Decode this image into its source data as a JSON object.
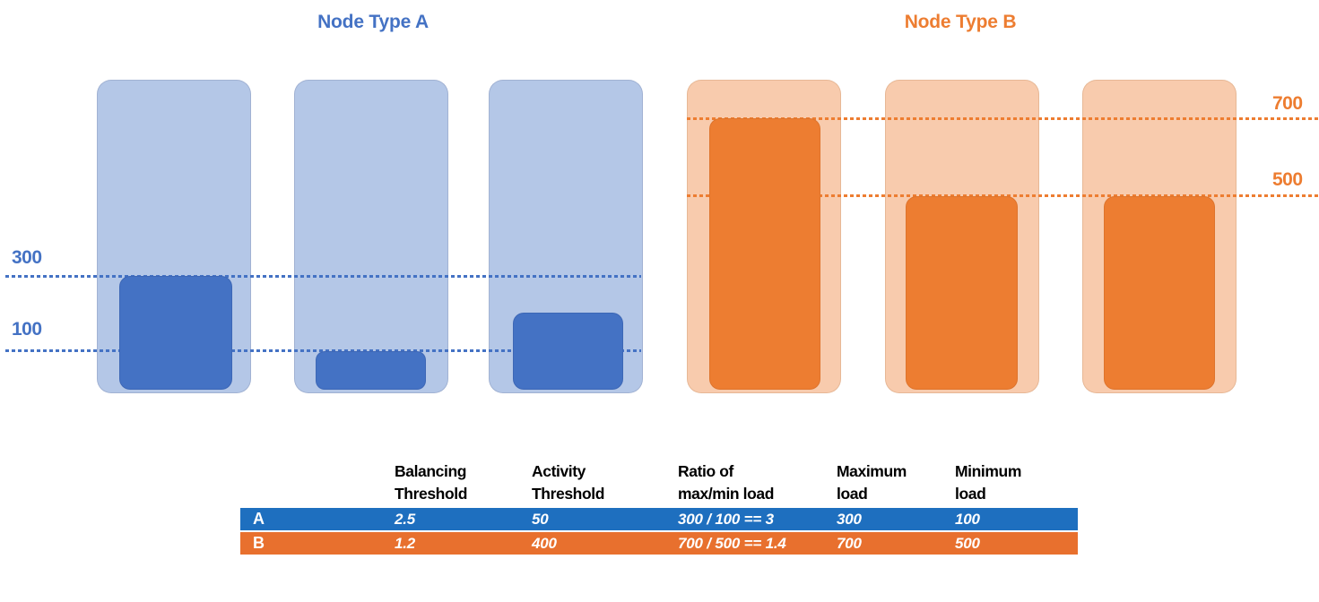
{
  "diagram": {
    "node_a": {
      "title": "Node Type A",
      "accent_color": "#4472C4",
      "light_color": "#B4C7E7",
      "levels": [
        {
          "value": "300",
          "side": "left"
        },
        {
          "value": "100",
          "side": "left"
        }
      ]
    },
    "node_b": {
      "title": "Node Type B",
      "accent_color": "#ED7D31",
      "light_color": "#F8CBAD",
      "levels": [
        {
          "value": "700",
          "side": "right"
        },
        {
          "value": "500",
          "side": "right"
        }
      ]
    }
  },
  "table": {
    "headers": [
      {
        "line1": "Balancing",
        "line2": "Threshold"
      },
      {
        "line1": "Activity",
        "line2": "Threshold"
      },
      {
        "line1": "Ratio of",
        "line2": "max/min load"
      },
      {
        "line1": "Maximum",
        "line2": "load"
      },
      {
        "line1": "Minimum",
        "line2": "load"
      }
    ],
    "rows": [
      {
        "label": "A",
        "bg": "#1E6FBF",
        "cells": [
          "2.5",
          "50",
          "300 / 100 == 3",
          "300",
          "100"
        ]
      },
      {
        "label": "B",
        "bg": "#E8702E",
        "cells": [
          "1.2",
          "400",
          "700 / 500 == 1.4",
          "700",
          "500"
        ]
      }
    ]
  }
}
